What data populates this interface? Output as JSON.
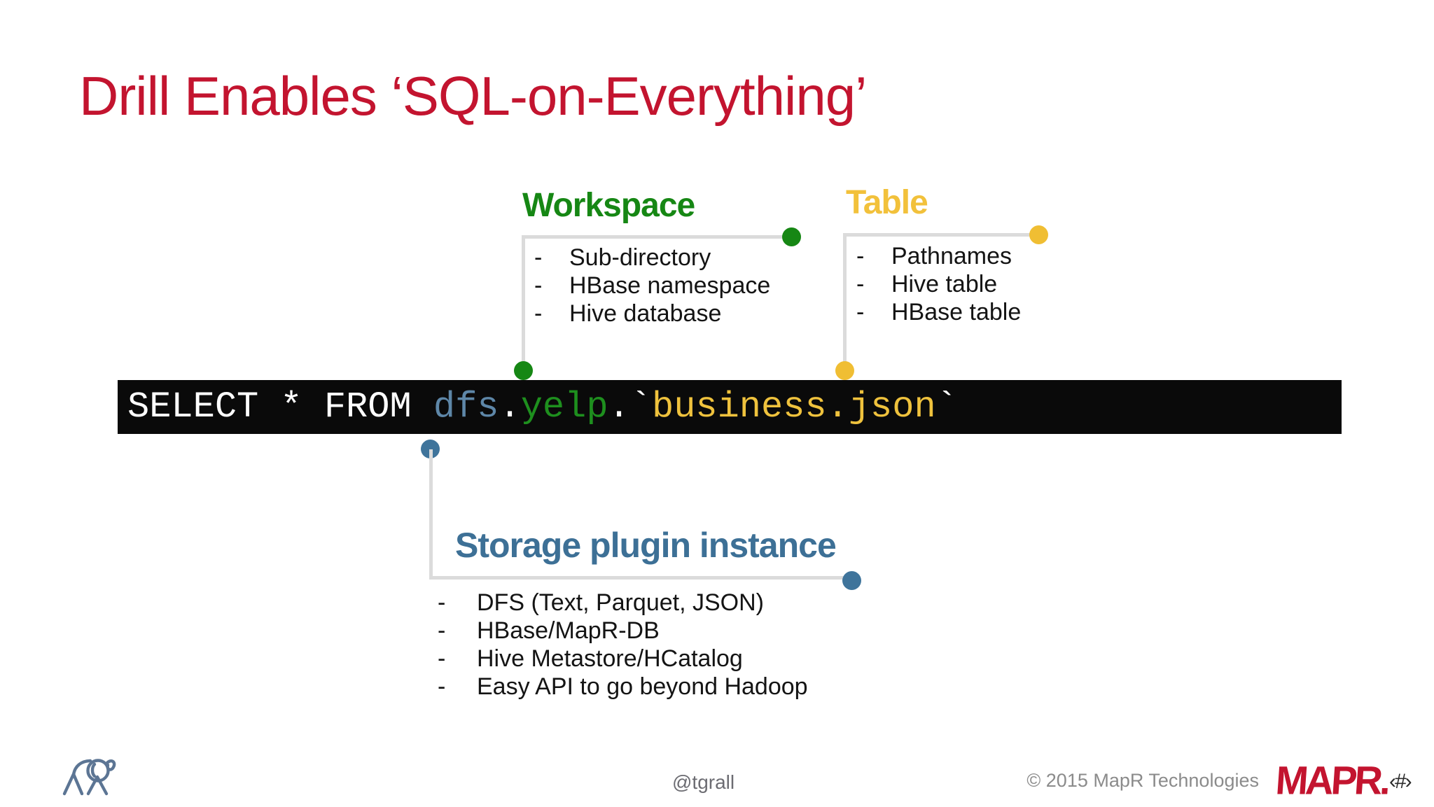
{
  "slide": {
    "title": "Drill Enables ‘SQL-on-Everything’",
    "bullet_char": "-"
  },
  "workspace": {
    "heading": "Workspace",
    "items": [
      "Sub-directory",
      "HBase namespace",
      "Hive database"
    ]
  },
  "table_callout": {
    "heading": "Table",
    "items": [
      "Pathnames",
      "Hive table",
      "HBase table"
    ]
  },
  "storage": {
    "heading": "Storage plugin instance",
    "items": [
      "DFS (Text, Parquet, JSON)",
      "HBase/MapR-DB",
      "Hive Metastore/HCatalog",
      "Easy API to go beyond Hadoop"
    ]
  },
  "query": {
    "keyword_part": "SELECT * FROM ",
    "plugin_part": "dfs",
    "separator1": ".",
    "workspace_part": "yelp",
    "separator2": ".",
    "open_backtick": "`",
    "table_part": "business.json",
    "close_backtick": "`"
  },
  "footer": {
    "handle": "@tgrall",
    "copyright": "© 2015 MapR Technologies",
    "brand": "MAPR.",
    "page_marker": "‹#›"
  },
  "icons": {
    "elephant": "elephant-line-art-icon"
  },
  "colors": {
    "title_red": "#C3142F",
    "workspace_green": "#168714",
    "table_yellow": "#F2C13B",
    "storage_blue": "#3D7096",
    "code_plugin_blue": "#5E87A8",
    "code_workspace_green": "#1E8F1E",
    "code_table_yellow": "#EFC23D",
    "connector_gray": "#DBDBDB",
    "code_bar_black": "#0A0A0A",
    "footer_gray": "#8B8B8B",
    "elephant_slate": "#5C7594",
    "brand_red": "#C3142F"
  }
}
